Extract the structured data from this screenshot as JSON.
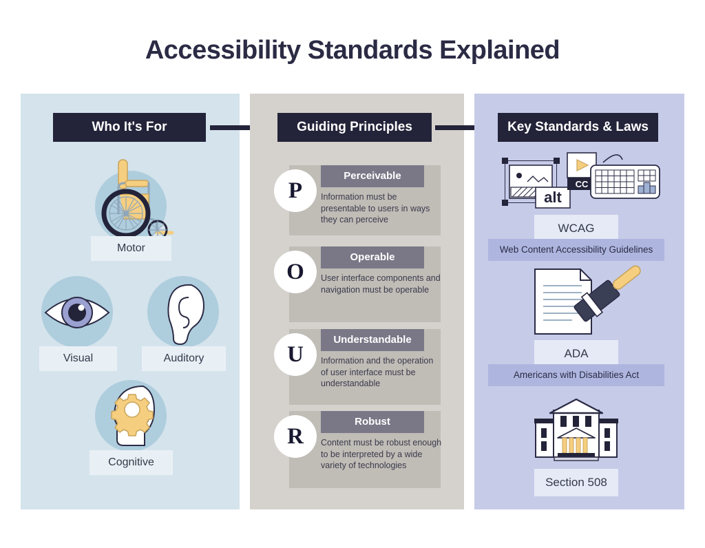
{
  "title": "Accessibility Standards Explained",
  "colors": {
    "ink": "#232339",
    "audience_bg": "#d4e3ec",
    "principles_bg": "#d5d2cd",
    "standards_bg": "#c6cbe8",
    "accent_yellow": "#f5ce7f",
    "circle_blue": "#aecddd",
    "principle_card": "#c0bcb6",
    "principle_titlebar": "#7a7887",
    "caption_band": "#aeb6df"
  },
  "columns": {
    "audience": {
      "banner": "Who It's For",
      "items": [
        {
          "label": "Motor",
          "icon": "wheelchair-icon"
        },
        {
          "label": "Visual",
          "icon": "eye-icon"
        },
        {
          "label": "Auditory",
          "icon": "ear-icon"
        },
        {
          "label": "Cognitive",
          "icon": "head-gear-icon"
        }
      ]
    },
    "principles": {
      "banner": "Guiding Principles",
      "items": [
        {
          "letter": "P",
          "title": "Perceivable",
          "description": "Information must be presentable to users in ways they can perceive"
        },
        {
          "letter": "O",
          "title": "Operable",
          "description": "User interface components and navigation must be operable"
        },
        {
          "letter": "U",
          "title": "Understandable",
          "description": "Information and the operation of user interface must be understandable"
        },
        {
          "letter": "R",
          "title": "Robust",
          "description": "Content must be robust enough to be interpreted by a wide variety of technologies"
        }
      ]
    },
    "standards": {
      "banner": "Key Standards & Laws",
      "items": [
        {
          "name": "WCAG",
          "caption": "Web Content Accessibility Guidelines",
          "icon": "alt-text-captions-keyboard-icon",
          "alt_label": "alt",
          "cc_label": "CC"
        },
        {
          "name": "ADA",
          "caption": "Americans with Disabilities Act",
          "icon": "document-gavel-icon"
        },
        {
          "name": "Section 508",
          "caption": "",
          "icon": "government-building-icon"
        }
      ]
    }
  },
  "arrows": [
    {
      "name": "arrow-audience-to-principles",
      "direction": "right"
    },
    {
      "name": "arrow-principles-to-standards",
      "direction": "right"
    }
  ]
}
